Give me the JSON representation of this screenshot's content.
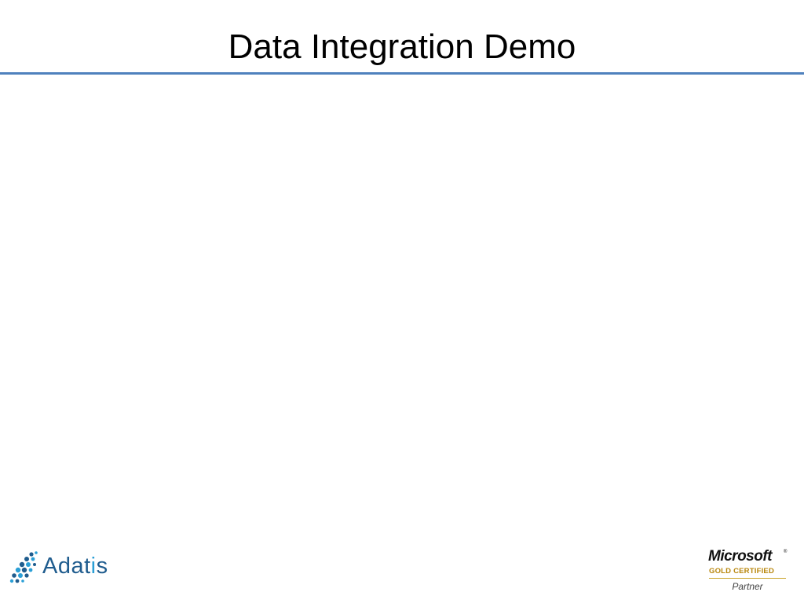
{
  "slide": {
    "title": "Data Integration Demo",
    "accent_color": "#4f81bd"
  },
  "footer": {
    "left_logo": {
      "name": "Adatis",
      "text_before_accent": "Adat",
      "accent_letter": "i",
      "text_after_accent": "s",
      "icon": "adatis-dots-icon",
      "color": "#1f5c8e",
      "accent_color": "#2a9fd6"
    },
    "right_logo": {
      "brand": "Microsoft",
      "trademark": "®",
      "certification": "GOLD CERTIFIED",
      "tier": "Partner",
      "gold_color": "#b8860b"
    }
  }
}
